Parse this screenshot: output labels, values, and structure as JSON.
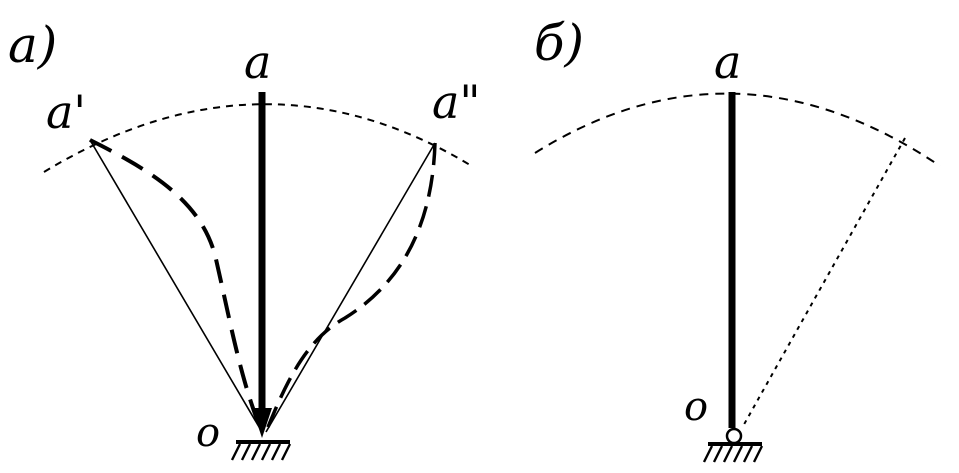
{
  "panels": [
    {
      "label": "а)",
      "points": {
        "top": "a",
        "left": "a'",
        "right": "a\"",
        "base": "o"
      }
    },
    {
      "label": "б)",
      "points": {
        "top": "a",
        "base": "o"
      }
    }
  ],
  "colors": {
    "ink": "#000000",
    "background": "#ffffff"
  }
}
